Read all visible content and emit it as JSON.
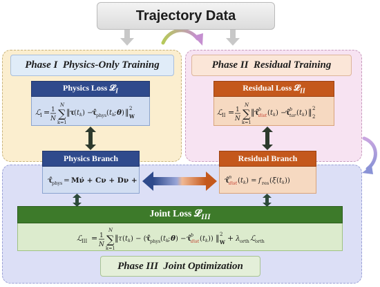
{
  "trajectory": {
    "label": "Trajectory Data"
  },
  "phases": {
    "phase1": {
      "title": "Phase I  Physics-Only Training"
    },
    "phase2": {
      "title": "Phase II  Residual Training"
    },
    "phase3": {
      "title": "Phase III  Joint Optimization"
    }
  },
  "cards": {
    "physics_loss": {
      "title": "Physics Loss 𝓛",
      "title_sub": "I"
    },
    "residual_loss": {
      "title": "Residual Loss 𝓛",
      "title_sub": "II"
    },
    "physics_branch": {
      "title": "Physics Branch"
    },
    "residual_branch": {
      "title": "Residual Branch"
    },
    "joint_loss": {
      "title": "Joint Loss 𝓛",
      "title_sub": "III"
    }
  },
  "colors": {
    "physics_head": "#2f4a8c",
    "residual_head": "#c4581c",
    "joint_head": "#3d7a2a",
    "phase1_bg": "#fbeecf",
    "phase2_bg": "#f7e3f2",
    "phase3_bg": "#dcdff6"
  }
}
